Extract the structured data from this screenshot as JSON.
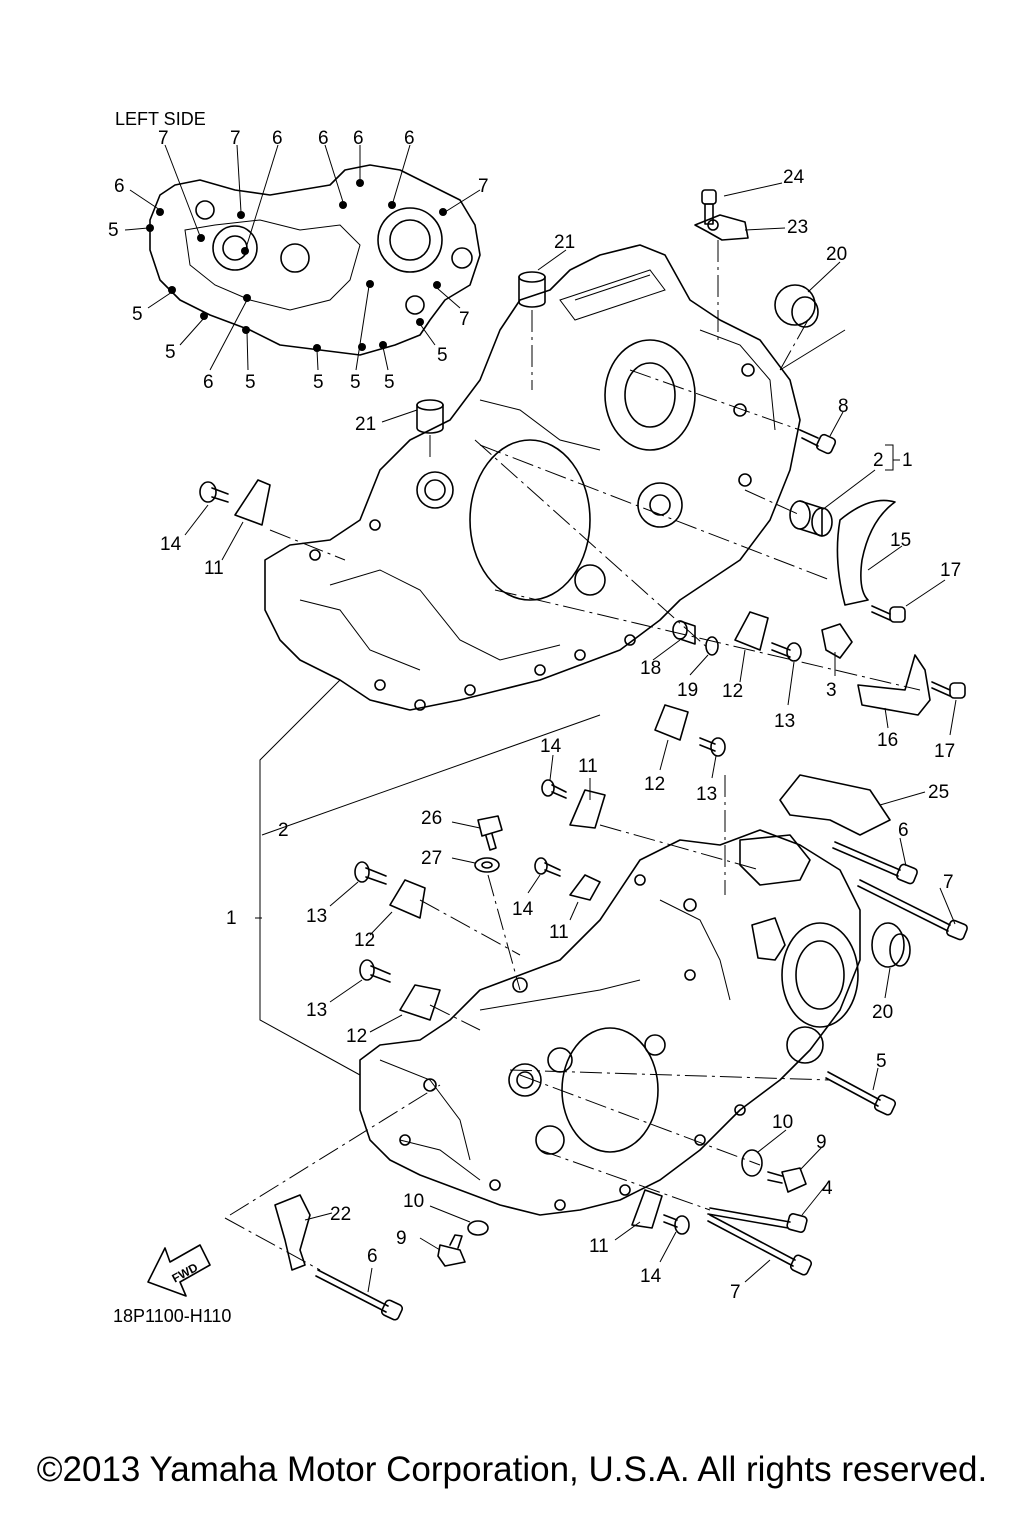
{
  "diagram": {
    "left_side_label": "LEFT SIDE",
    "drawing_code": "18P1100-H110",
    "fwd_label": "FWD",
    "callouts": [
      {
        "id": "c-ls-7a",
        "text": "7"
      },
      {
        "id": "c-ls-7b",
        "text": "7"
      },
      {
        "id": "c-ls-6a",
        "text": "6"
      },
      {
        "id": "c-ls-6b",
        "text": "6"
      },
      {
        "id": "c-ls-6c",
        "text": "6"
      },
      {
        "id": "c-ls-6d",
        "text": "6"
      },
      {
        "id": "c-ls-6e",
        "text": "6"
      },
      {
        "id": "c-ls-7c",
        "text": "7"
      },
      {
        "id": "c-ls-5a",
        "text": "5"
      },
      {
        "id": "c-ls-5b",
        "text": "5"
      },
      {
        "id": "c-ls-5c",
        "text": "5"
      },
      {
        "id": "c-ls-6f",
        "text": "6"
      },
      {
        "id": "c-ls-5d",
        "text": "5"
      },
      {
        "id": "c-ls-5e",
        "text": "5"
      },
      {
        "id": "c-ls-5f",
        "text": "5"
      },
      {
        "id": "c-ls-5g",
        "text": "5"
      },
      {
        "id": "c-ls-5h",
        "text": "5"
      },
      {
        "id": "c-ls-7d",
        "text": "7"
      },
      {
        "id": "c-24",
        "text": "24"
      },
      {
        "id": "c-23",
        "text": "23"
      },
      {
        "id": "c-20a",
        "text": "20"
      },
      {
        "id": "c-21a",
        "text": "21"
      },
      {
        "id": "c-21b",
        "text": "21"
      },
      {
        "id": "c-8",
        "text": "8"
      },
      {
        "id": "c-2a",
        "text": "2"
      },
      {
        "id": "c-1a",
        "text": "1"
      },
      {
        "id": "c-15",
        "text": "15"
      },
      {
        "id": "c-17a",
        "text": "17"
      },
      {
        "id": "c-14a",
        "text": "14"
      },
      {
        "id": "c-11a",
        "text": "11"
      },
      {
        "id": "c-18",
        "text": "18"
      },
      {
        "id": "c-19",
        "text": "19"
      },
      {
        "id": "c-12a",
        "text": "12"
      },
      {
        "id": "c-3",
        "text": "3"
      },
      {
        "id": "c-13a",
        "text": "13"
      },
      {
        "id": "c-16",
        "text": "16"
      },
      {
        "id": "c-17b",
        "text": "17"
      },
      {
        "id": "c-14b",
        "text": "14"
      },
      {
        "id": "c-11b",
        "text": "11"
      },
      {
        "id": "c-12b",
        "text": "12"
      },
      {
        "id": "c-13b",
        "text": "13"
      },
      {
        "id": "c-25",
        "text": "25"
      },
      {
        "id": "c-26",
        "text": "26"
      },
      {
        "id": "c-2b",
        "text": "2"
      },
      {
        "id": "c-6a",
        "text": "6"
      },
      {
        "id": "c-27",
        "text": "27"
      },
      {
        "id": "c-7a",
        "text": "7"
      },
      {
        "id": "c-13c",
        "text": "13"
      },
      {
        "id": "c-14c",
        "text": "14"
      },
      {
        "id": "c-1b",
        "text": "1"
      },
      {
        "id": "c-12c",
        "text": "12"
      },
      {
        "id": "c-11c",
        "text": "11"
      },
      {
        "id": "c-20b",
        "text": "20"
      },
      {
        "id": "c-13d",
        "text": "13"
      },
      {
        "id": "c-12d",
        "text": "12"
      },
      {
        "id": "c-5",
        "text": "5"
      },
      {
        "id": "c-10a",
        "text": "10"
      },
      {
        "id": "c-9a",
        "text": "9"
      },
      {
        "id": "c-22",
        "text": "22"
      },
      {
        "id": "c-4",
        "text": "4"
      },
      {
        "id": "c-10b",
        "text": "10"
      },
      {
        "id": "c-9b",
        "text": "9"
      },
      {
        "id": "c-11d",
        "text": "11"
      },
      {
        "id": "c-14d",
        "text": "14"
      },
      {
        "id": "c-6b",
        "text": "6"
      },
      {
        "id": "c-7b",
        "text": "7"
      }
    ]
  },
  "footer": {
    "copyright": "©2013 Yamaha Motor Corporation, U.S.A. All rights reserved."
  }
}
